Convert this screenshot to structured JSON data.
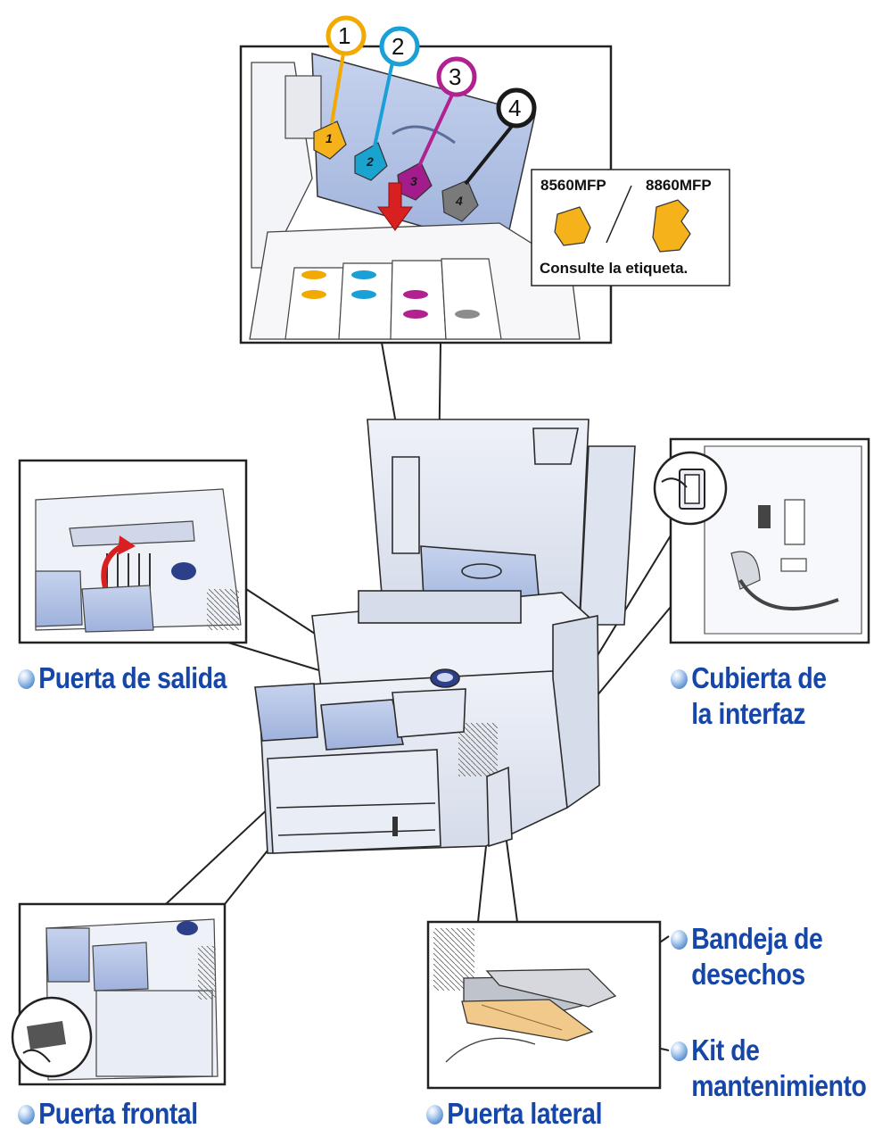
{
  "labels": {
    "puerta_salida": "Puerta de salida",
    "cubierta_line1": "Cubierta de",
    "cubierta_line2": "la interfaz",
    "bandeja_line1": "Bandeja de",
    "bandeja_line2": "desechos",
    "kit_line1": "Kit de",
    "kit_line2": "mantenimiento",
    "puerta_frontal": "Puerta frontal",
    "puerta_lateral": "Puerta lateral"
  },
  "ink_slots": [
    {
      "number": "1",
      "color": "#f2a900"
    },
    {
      "number": "2",
      "color": "#1a9fd6"
    },
    {
      "number": "3",
      "color": "#b0228f"
    },
    {
      "number": "4",
      "color": "#1a1a1a"
    }
  ],
  "ink_stick_colors": [
    "#f5b21a",
    "#1aa3cf",
    "#a21c8c",
    "#7a7a7a"
  ],
  "model_callout": {
    "model_a": "8560MFP",
    "model_b": "8860MFP",
    "note": "Consulte la etiqueta."
  },
  "colors": {
    "label_blue": "#1546a8",
    "printer_body": "#dfe5f0",
    "outline": "#2b2b2b",
    "arrow_red": "#d92020"
  }
}
